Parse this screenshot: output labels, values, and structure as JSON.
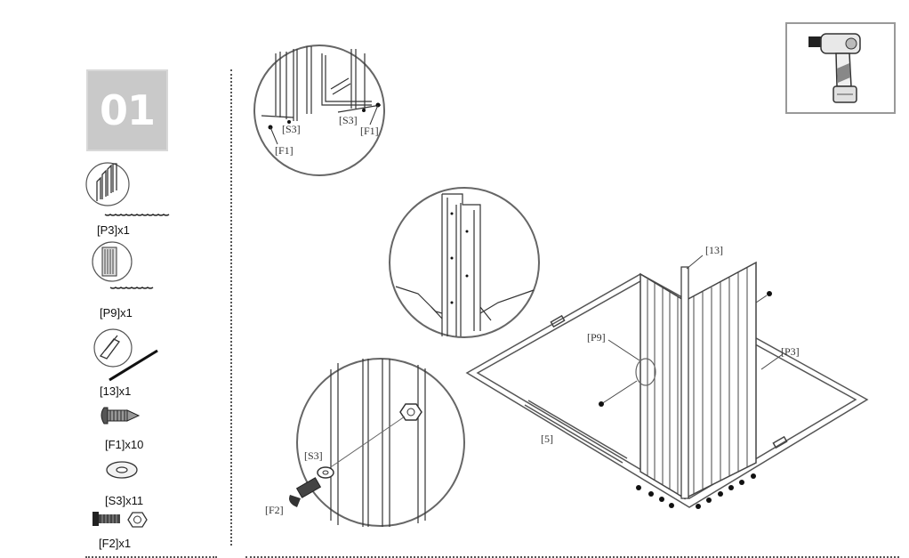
{
  "step": {
    "number": "01"
  },
  "parts": [
    {
      "label": "[P3]x1",
      "icon": "panel-p3-icon"
    },
    {
      "label": "[P9]x1",
      "icon": "panel-p9-icon"
    },
    {
      "label": "[13]x1",
      "icon": "rail-13-icon"
    },
    {
      "label": "[F1]x10",
      "icon": "screw-f1-icon"
    },
    {
      "label": "[S3]x11",
      "icon": "washer-s3-icon"
    },
    {
      "label": "[F2]x1",
      "icon": "bolt-nut-f2-icon"
    }
  ],
  "callouts": {
    "top_s3_left": "[S3]",
    "top_s3_right": "[S3]",
    "top_f1_left": "[F1]",
    "top_f1_right": "[F1]",
    "bottom_s3": "[S3]",
    "bottom_f2": "[F2]",
    "main_13": "[13]",
    "main_p9": "[P9]",
    "main_p3": "[P3]",
    "main_5": "[5]"
  },
  "tool": {
    "icon": "cordless-drill-icon"
  }
}
